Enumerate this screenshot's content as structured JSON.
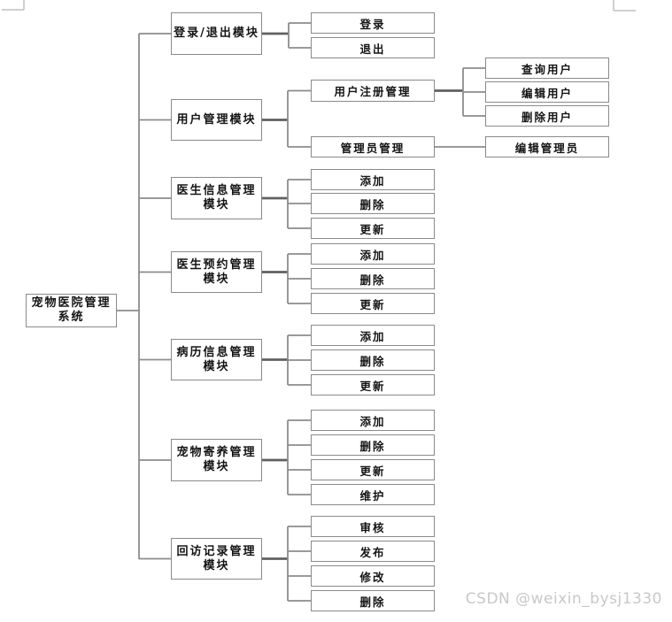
{
  "diagram": {
    "root": {
      "label": "宠物医院管理\n系统"
    },
    "modules": [
      {
        "label": "登录/退出模块",
        "children": [
          {
            "label": "登录"
          },
          {
            "label": "退出"
          }
        ]
      },
      {
        "label": "用户管理模块",
        "children": [
          {
            "label": "用户注册管理",
            "children": [
              {
                "label": "查询用户"
              },
              {
                "label": "编辑用户"
              },
              {
                "label": "删除用户"
              }
            ]
          },
          {
            "label": "管理员管理",
            "children": [
              {
                "label": "编辑管理员"
              }
            ]
          }
        ]
      },
      {
        "label": "医生信息管理\n模块",
        "children": [
          {
            "label": "添加"
          },
          {
            "label": "删除"
          },
          {
            "label": "更新"
          }
        ]
      },
      {
        "label": "医生预约管理\n模块",
        "children": [
          {
            "label": "添加"
          },
          {
            "label": "删除"
          },
          {
            "label": "更新"
          }
        ]
      },
      {
        "label": "病历信息管理\n模块",
        "children": [
          {
            "label": "添加"
          },
          {
            "label": "删除"
          },
          {
            "label": "更新"
          }
        ]
      },
      {
        "label": "宠物寄养管理\n模块",
        "children": [
          {
            "label": "添加"
          },
          {
            "label": "删除"
          },
          {
            "label": "更新"
          },
          {
            "label": "维护"
          }
        ]
      },
      {
        "label": "回访记录管理\n模块",
        "children": [
          {
            "label": "审核"
          },
          {
            "label": "发布"
          },
          {
            "label": "修改"
          },
          {
            "label": "删除"
          }
        ]
      }
    ]
  },
  "watermark": {
    "text": "CSDN @weixin_bysj1330"
  },
  "colors": {
    "line": "#8c8c8c",
    "line_dark": "#606060",
    "box_border": "#8a8a8a",
    "text": "#141414",
    "watermark": "#c8c8c8"
  }
}
